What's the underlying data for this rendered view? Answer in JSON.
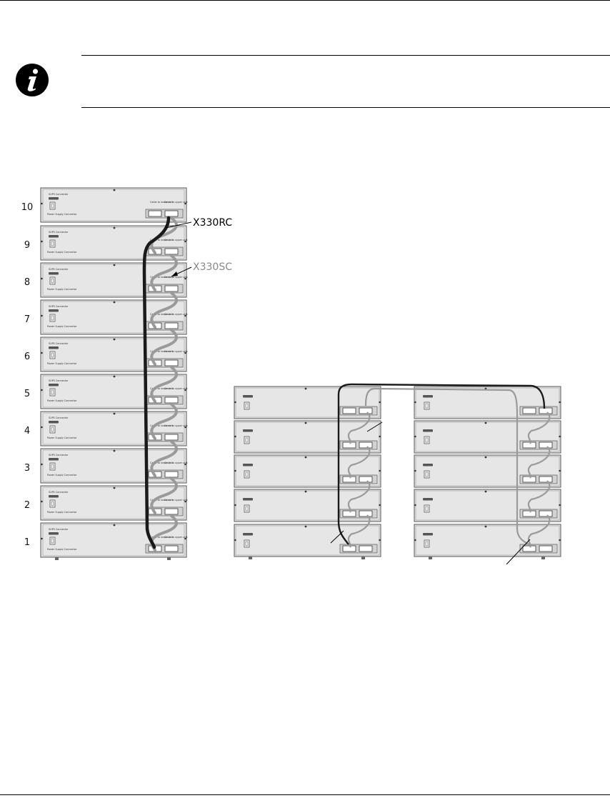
{
  "stack": {
    "unit_numbers": [
      "10",
      "9",
      "8",
      "7",
      "6",
      "5",
      "4",
      "3",
      "2",
      "1"
    ],
    "panel_labels": {
      "sups_connector": "SUPS Connector",
      "power_supply_connector": "Power Supply Connector",
      "cascade_down": "Cable to lower unit",
      "cascade_up": "Cable to upper unit"
    }
  },
  "callouts": {
    "redundant_cable": "X330RC",
    "stacking_cable": "X330SC"
  },
  "colors": {
    "panel_fill": "#e6e6e6",
    "panel_stroke": "#555555",
    "redundant_cable": "#1a1a1a",
    "stacking_cable": "#9a9a9a",
    "callout_redundant": "#000000",
    "callout_stacking": "#888888"
  },
  "icons": {
    "note": "info-italic-i-icon"
  }
}
